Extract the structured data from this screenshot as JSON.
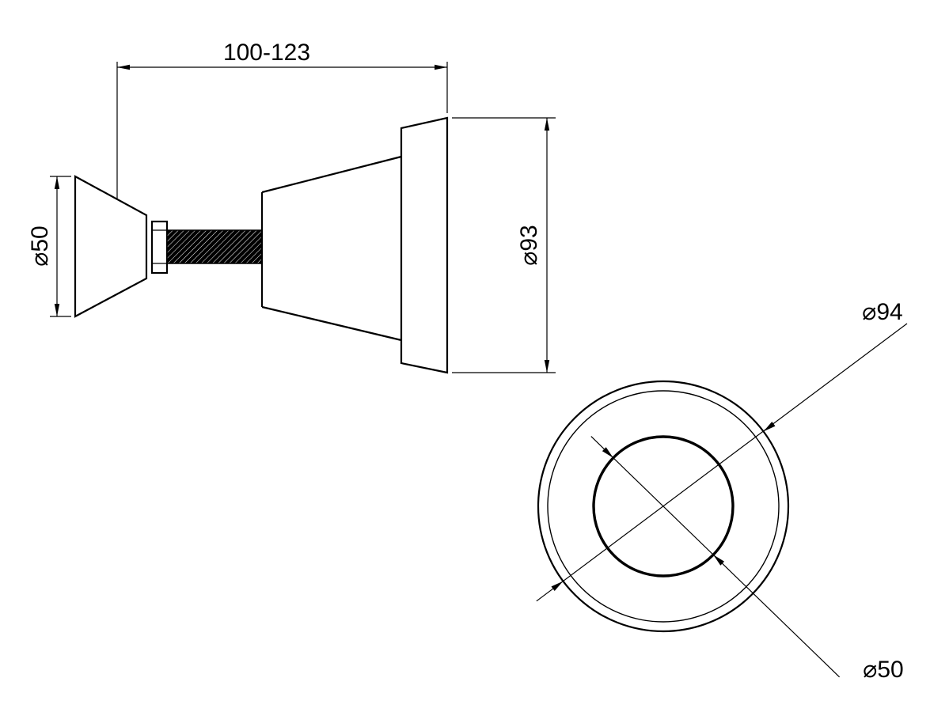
{
  "drawing": {
    "background": "#ffffff",
    "line_color": "#000000",
    "type": "technical-dimension-drawing"
  },
  "dimensions": {
    "length_range": "100-123",
    "side_knob_diameter": "⌀50",
    "side_body_diameter": "⌀93",
    "front_outer_diameter": "⌀94",
    "front_inner_diameter": "⌀50"
  }
}
